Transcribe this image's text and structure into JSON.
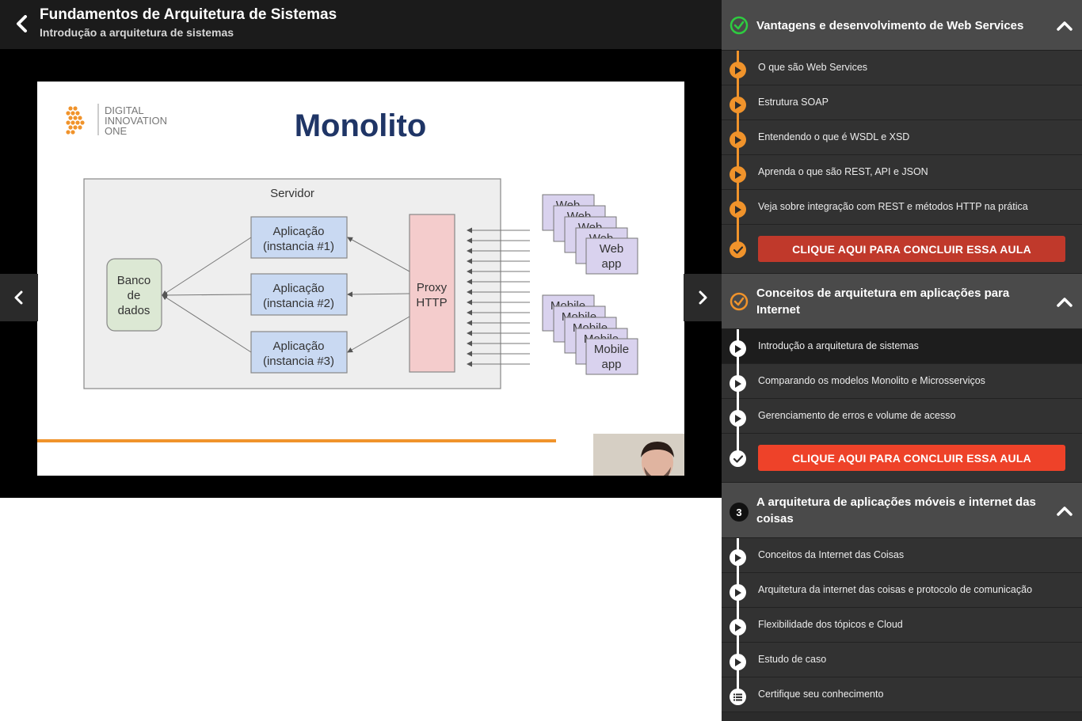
{
  "header": {
    "course_title": "Fundamentos de Arquitetura de Sistemas",
    "lesson_subtitle": "Introdução a arquitetura de sistemas"
  },
  "slide": {
    "logo_text": [
      "DIGITAL",
      "INNOVATION",
      "ONE"
    ],
    "title": "Monolito",
    "server_label": "Servidor",
    "database_label": [
      "Banco",
      "de",
      "dados"
    ],
    "app_instances": [
      [
        "Aplicação",
        "(instancia #1)"
      ],
      [
        "Aplicação",
        "(instancia #2)"
      ],
      [
        "Aplicação",
        "(instancia #3)"
      ]
    ],
    "proxy_label": [
      "Proxy",
      "HTTP"
    ],
    "web_stack_label": "Web",
    "web_front_label": [
      "Web",
      "app"
    ],
    "mobile_stack_label": "Mobile",
    "mobile_front_label": [
      "Mobile",
      "app"
    ]
  },
  "sidebar": {
    "modules": [
      {
        "title": "Vantagens e desenvolvimento de Web Services",
        "status": "completed",
        "lessons": [
          "O que são Web Services",
          "Estrutura SOAP",
          "Entendendo o que é WSDL e XSD",
          "Aprenda o que são REST, API e JSON",
          "Veja sobre integração com REST e métodos HTTP na prática"
        ],
        "complete_label": "CLIQUE AQUI PARA CONCLUIR ESSA AULA"
      },
      {
        "title": "Conceitos de arquitetura em aplicações para Internet",
        "status": "in-progress",
        "lessons": [
          "Introdução a arquitetura de sistemas",
          "Comparando os modelos Monolito e Microsserviços",
          "Gerenciamento de erros e volume de acesso"
        ],
        "complete_label": "CLIQUE AQUI PARA CONCLUIR ESSA AULA"
      },
      {
        "number": "3",
        "title": "A arquitetura de aplicações móveis e internet das coisas",
        "lessons": [
          "Conceitos da Internet das Coisas",
          "Arquitetura da internet das coisas e protocolo de comunicação",
          "Flexibilidade dos tópicos e Cloud",
          "Estudo de caso",
          "Certifique seu conhecimento"
        ]
      }
    ]
  },
  "colors": {
    "accent_orange": "#f0932b",
    "complete_done": "#c0392b",
    "complete_active": "#ee4229",
    "success_green": "#2ecc40"
  }
}
